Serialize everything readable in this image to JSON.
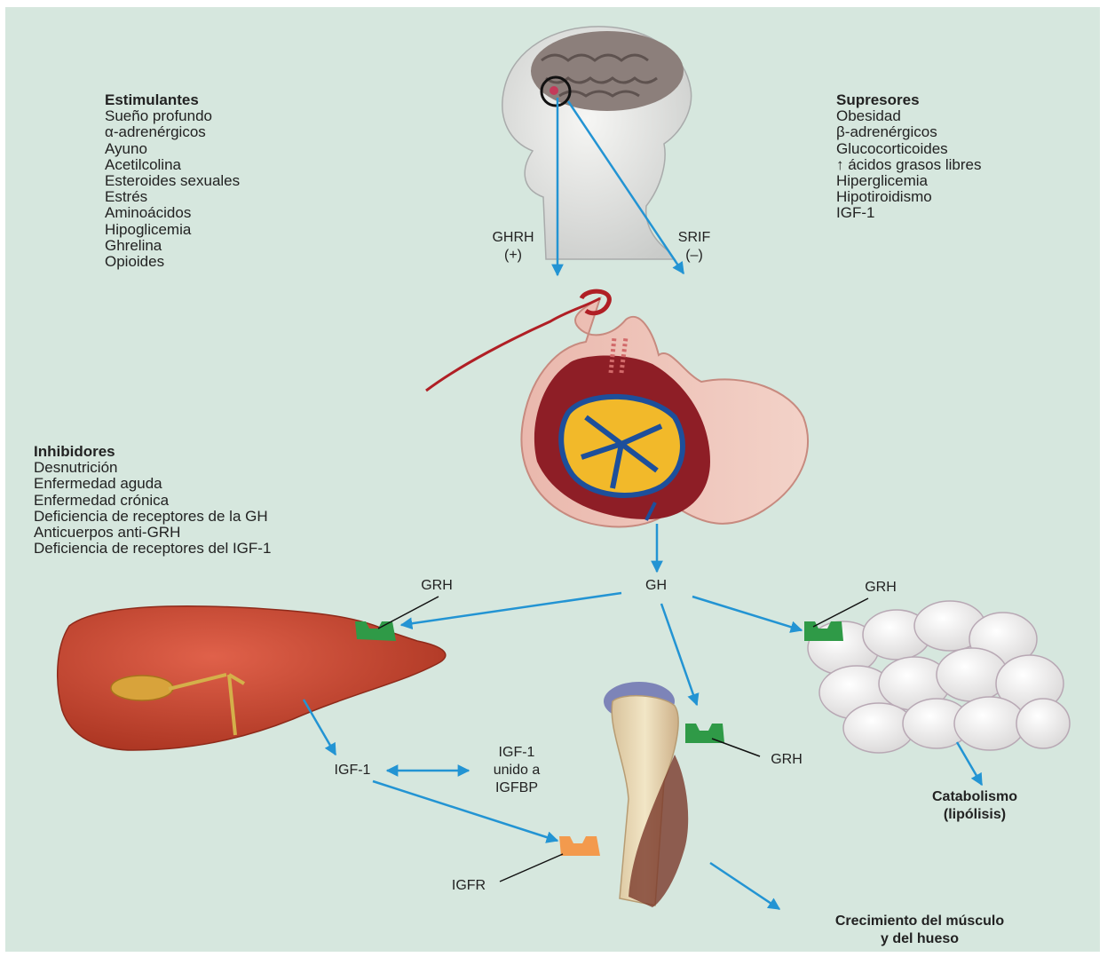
{
  "colors": {
    "background": "#d6e7de",
    "arrow": "#2394d3",
    "receptor_grh": "#2f9a47",
    "receptor_igfr": "#f39a4d",
    "organ_red": "#c8412c",
    "text": "#222222"
  },
  "icons": [
    "brain-head-illustration",
    "pituitary-gland-illustration",
    "liver-illustration",
    "bone-muscle-illustration",
    "adipose-tissue-illustration"
  ],
  "estimulantes": {
    "title": "Estimulantes",
    "items": [
      "Sueño profundo",
      "α-adrenérgicos",
      "Ayuno",
      "Acetilcolina",
      "Esteroides sexuales",
      "Estrés",
      "Aminoácidos",
      "Hipoglicemia",
      "Ghrelina",
      "Opioides"
    ]
  },
  "supresores": {
    "title": "Supresores",
    "items": [
      "Obesidad",
      "β-adrenérgicos",
      "Glucocorticoides",
      "↑ ácidos grasos libres",
      "Hiperglicemia",
      "Hipotiroidismo",
      "IGF-1"
    ]
  },
  "inhibidores": {
    "title": "Inhibidores",
    "items": [
      "Desnutrición",
      "Enfermedad aguda",
      "Enfermedad crónica",
      "Deficiencia de receptores de la GH",
      "Anticuerpos anti-GRH",
      "Deficiencia de receptores del IGF-1"
    ]
  },
  "labels": {
    "ghrh": "GHRH",
    "ghrh_sign": "(+)",
    "srif": "SRIF",
    "srif_sign": "(–)",
    "gh": "GH",
    "grh_liver": "GRH",
    "grh_fat": "GRH",
    "grh_bone": "GRH",
    "igf1": "IGF-1",
    "igf1_bound_1": "IGF-1",
    "igf1_bound_2": "unido a",
    "igf1_bound_3": "IGFBP",
    "igfr": "IGFR",
    "catabolism_1": "Catabolismo",
    "catabolism_2": "(lipólisis)",
    "growth_1": "Crecimiento del músculo",
    "growth_2": "y del hueso"
  }
}
